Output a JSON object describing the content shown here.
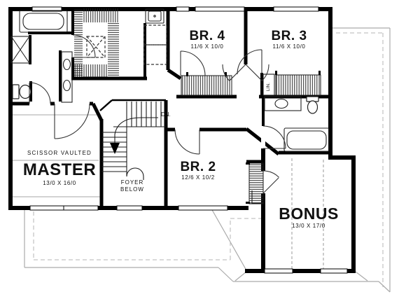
{
  "plan": {
    "rooms": {
      "master": {
        "label": "MASTER",
        "ceiling_note": "SCISSOR VAULTED",
        "dims": "13/0 X 16/0"
      },
      "br4": {
        "label": "BR. 4",
        "dims": "11/6 X 10/0"
      },
      "br3": {
        "label": "BR. 3",
        "dims": "11/6 X 10/0"
      },
      "br2": {
        "label": "BR. 2",
        "dims": "12/6 X 10/2"
      },
      "bonus": {
        "label": "BONUS",
        "dims": "13/0 X 17/0"
      }
    },
    "annotations": {
      "stair_direction": "DN.",
      "foyer_line1": "FOYER",
      "foyer_line2": "BELOW",
      "linen_closet": "LIN."
    },
    "colors": {
      "walls": "#000000",
      "fixtures": "#222222",
      "roof_outline": "#aaaaaa",
      "background": "#ffffff"
    }
  }
}
